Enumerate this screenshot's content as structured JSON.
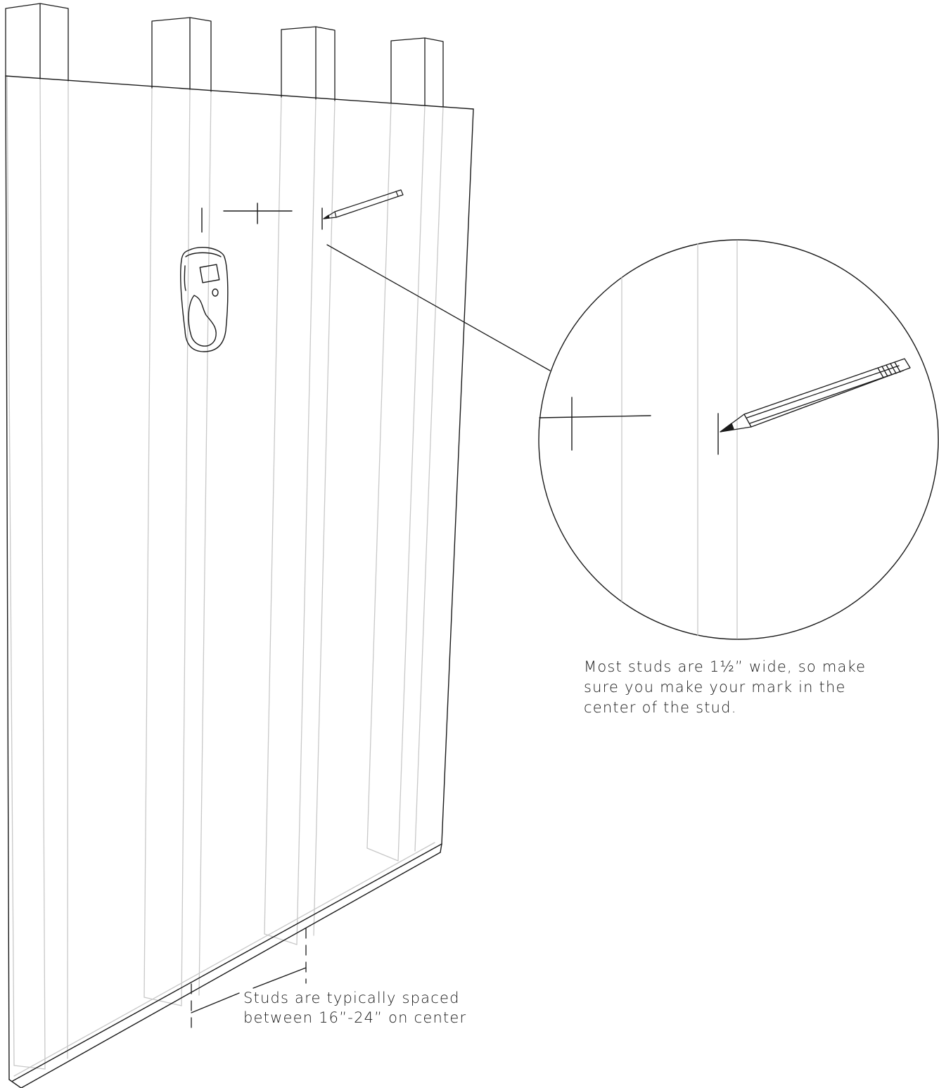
{
  "captions": {
    "stud_width": {
      "lines": [
        "Most studs are 1½” wide, so make",
        "sure you make your mark in the",
        "center of the stud."
      ]
    },
    "stud_spacing": {
      "lines": [
        "Studs are typically spaced",
        "between 16”-24” on center"
      ]
    }
  },
  "colors": {
    "line": "#1a1a1a",
    "hidden_line": "#c8c8c8",
    "background": "#ffffff"
  },
  "icons": [
    "stud-finder-icon",
    "pencil-icon"
  ]
}
